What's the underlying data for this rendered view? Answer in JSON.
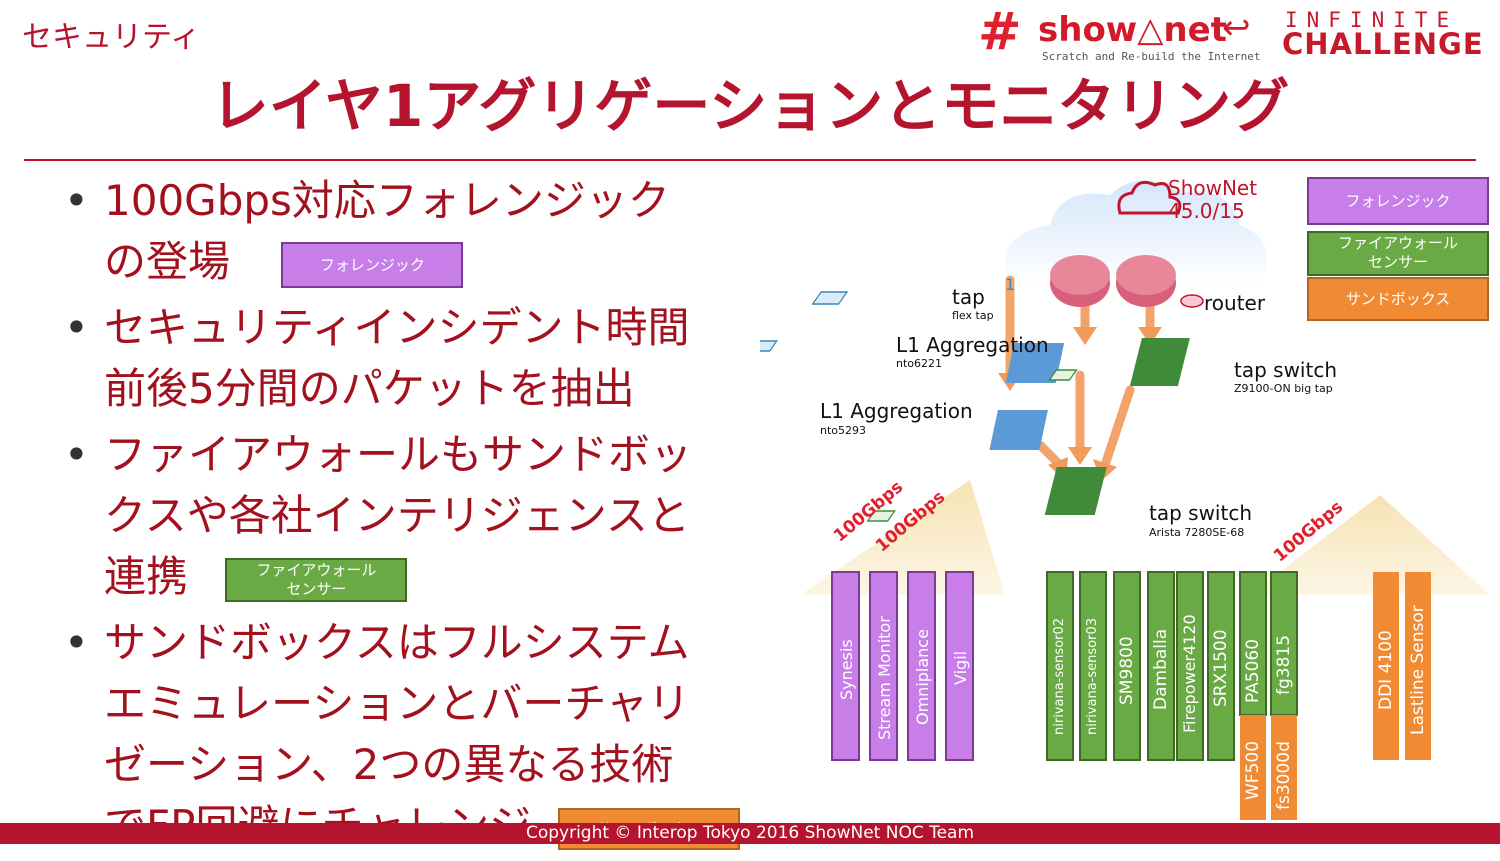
{
  "header": {
    "section_label": "セキュリティ",
    "title": "レイヤ1アグリゲーションとモニタリング",
    "logo": {
      "hash": "#",
      "name": "show△net",
      "tagline": "Scratch and Re-build the Internet",
      "arrow": "↩",
      "infinite": "INFINITE",
      "challenge": "CHALLENGE"
    }
  },
  "bullets": [
    {
      "lines": [
        "100Gbps対応フォレンジック",
        "の登場"
      ],
      "tag": "フォレンジック",
      "tag_type": "forensic"
    },
    {
      "lines": [
        "セキュリティインシデント時間",
        "前後5分間のパケットを抽出"
      ]
    },
    {
      "lines": [
        "ファイアウォールもサンドボッ",
        "クスや各社インテリジェンスと",
        "連携"
      ],
      "tag": "ファイアウォール\nセンサー",
      "tag_type": "firewall"
    },
    {
      "lines": [
        "サンドボックスはフルシステム",
        "エミュレーションとバーチャリ",
        "ゼーション、2つの異なる技術",
        "でFP回避にチャレンジ"
      ],
      "tag": "サンドボックス",
      "tag_type": "sandbox"
    }
  ],
  "legend": [
    {
      "label": "フォレンジック",
      "type": "forensic"
    },
    {
      "label": "ファイアウォール\nセンサー",
      "type": "firewall"
    },
    {
      "label": "サンドボックス",
      "type": "sandbox"
    }
  ],
  "colors": {
    "brand_red": "#b4142d",
    "forensic": "#c87ee8",
    "firewall": "#6aaa44",
    "sandbox": "#f08b34",
    "arrow": "#f29a5a"
  },
  "diagram": {
    "cloud": {
      "name": "ShowNet",
      "prefix": "45.0/15"
    },
    "port_label": "1",
    "router_label": "router",
    "tap": {
      "label": "tap",
      "sub": "flex tap"
    },
    "l1_agg_1": {
      "label": "L1 Aggregation",
      "sub": "nto6221"
    },
    "l1_agg_2": {
      "label": "L1 Aggregation",
      "sub": "nto5293"
    },
    "tap_switch_1": {
      "label": "tap switch",
      "sub": "Z9100-ON big tap"
    },
    "tap_switch_2": {
      "label": "tap switch",
      "sub": "Arista 7280SE-68"
    },
    "speed_labels": [
      "100Gbps",
      "100Gbps",
      "100Gbps"
    ],
    "forensic_devices": [
      "Synesis",
      "Stream Monitor",
      "Omniplance",
      "Vigil"
    ],
    "firewall_devices": [
      "nirivana-sensor02",
      "nirivana-sensor03",
      "SM9800",
      "Damballa",
      "Firepower4120",
      "SRX1500",
      "PA5060",
      "fg3815"
    ],
    "sandbox_lower_devices": [
      "WF500",
      "fs3000d"
    ],
    "sandbox_devices": [
      "DDI 4100",
      "Lastline Sensor"
    ]
  },
  "footer": {
    "copyright": "Copyright © Interop Tokyo 2016 ShowNet NOC Team"
  }
}
